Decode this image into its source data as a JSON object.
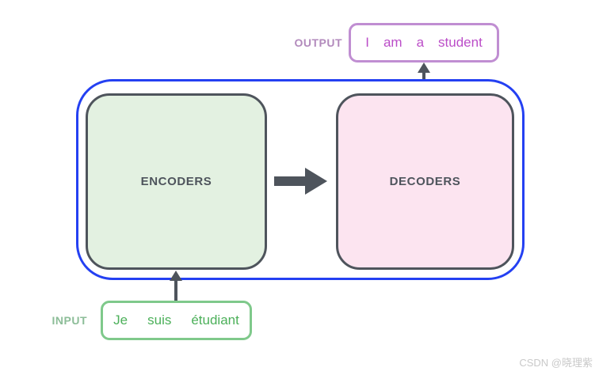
{
  "output": {
    "label": "OUTPUT",
    "words": [
      "I",
      "am",
      "a",
      "student"
    ]
  },
  "transformer": {
    "encoders_label": "ENCODERS",
    "decoders_label": "DECODERS"
  },
  "input": {
    "label": "INPUT",
    "words": [
      "Je",
      "suis",
      "étudiant"
    ]
  },
  "watermark": "CSDN @晓理紫",
  "colors": {
    "container_border": "#2440f2",
    "box_border": "#4e545c",
    "encoders_fill": "#e3f1e1",
    "decoders_fill": "#fce4f0",
    "arrow": "#4e545c",
    "output_border": "#c08ed2",
    "output_text": "#bb4dc8",
    "output_label": "#b28abc",
    "input_border": "#7fc98b",
    "input_text": "#4cb05a",
    "input_label": "#8cbd98",
    "watermark_text": "#c9c9c9"
  }
}
